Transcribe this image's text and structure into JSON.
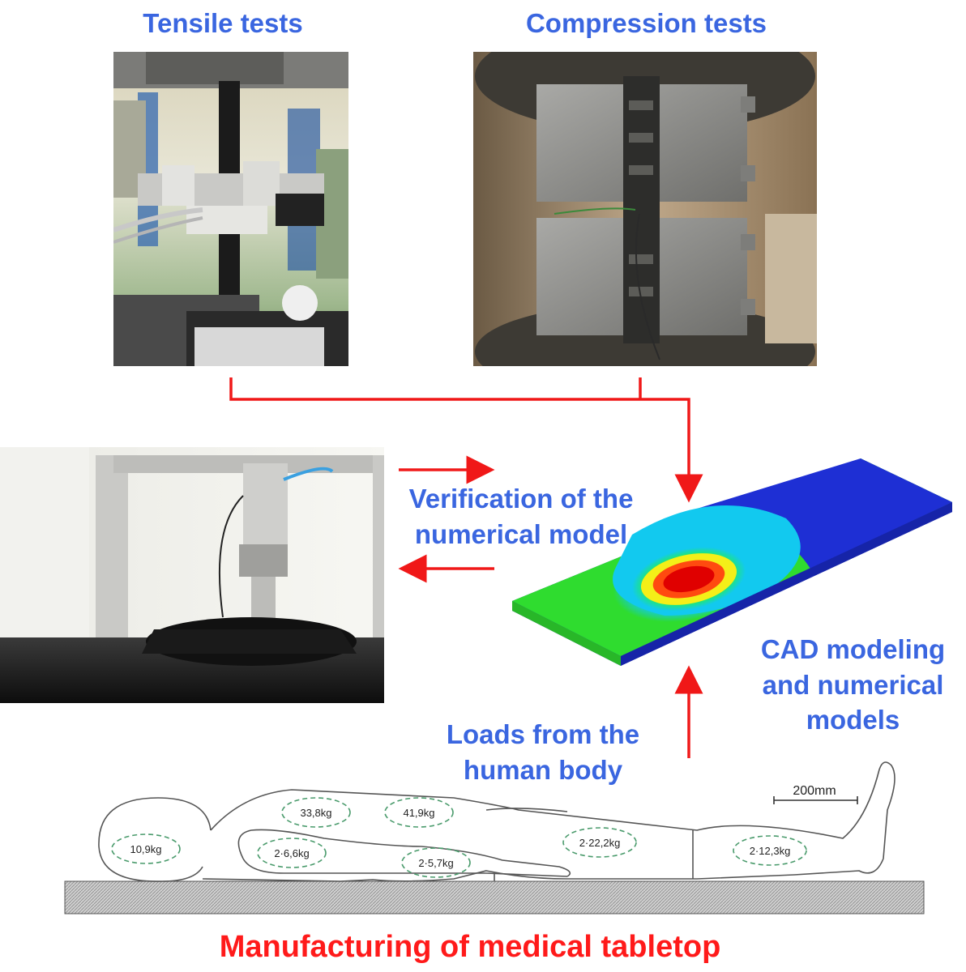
{
  "headings": {
    "tensile": "Tensile tests",
    "compression": "Compression tests",
    "verification_line1": "Verification of the",
    "verification_line2": "numerical model",
    "cad_line1": "CAD modeling",
    "cad_line2": "and numerical",
    "cad_line3": "models",
    "loads_line1": "Loads from the",
    "loads_line2": "human body",
    "main_title": "Manufacturing of medical tabletop"
  },
  "body_loads": {
    "head": "10,9kg",
    "chest": "33,8kg",
    "abdomen": "41,9kg",
    "upper_arm": "2·6,6kg",
    "forearm": "2·5,7kg",
    "thigh": "2·22,2kg",
    "shank": "2·12,3kg"
  },
  "scale_bar": "200mm",
  "colors": {
    "label_blue": "#3a66e0",
    "arrow_red": "#f01818",
    "title_red": "#ff1a1a",
    "fem_colors": [
      "#1e2fd4",
      "#1a6cff",
      "#12c9ef",
      "#1ee67a",
      "#2fdc2f",
      "#9ae81a",
      "#f4ef18",
      "#ffa010",
      "#ff4a10",
      "#e00000"
    ]
  },
  "icons": [
    "tensile-test-photo",
    "compression-test-photo",
    "prototype-test-photo",
    "fem-model-render",
    "human-body-sketch"
  ]
}
